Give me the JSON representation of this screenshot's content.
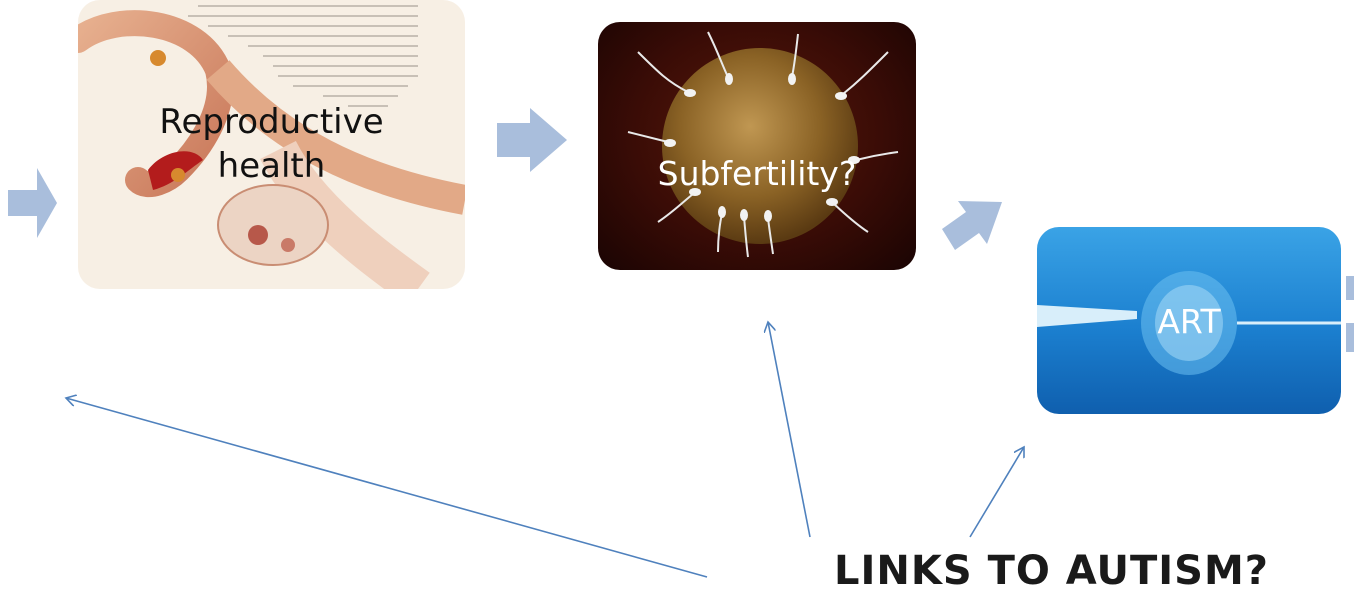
{
  "nodes": {
    "reproductive_health": {
      "label_line1": "Reproductive",
      "label_line2": "health"
    },
    "subfertility": {
      "label": "Subfertility?"
    },
    "art": {
      "label": "ART"
    }
  },
  "question": {
    "text": "LINKS TO AUTISM?"
  },
  "colors": {
    "chevron": "#a9bedc",
    "connector": "#4f81bd",
    "question_text": "#1a1a1a"
  },
  "icons": {
    "flow_chevron": "block-chevron-arrow",
    "connector_arrow": "thin-open-arrow"
  }
}
